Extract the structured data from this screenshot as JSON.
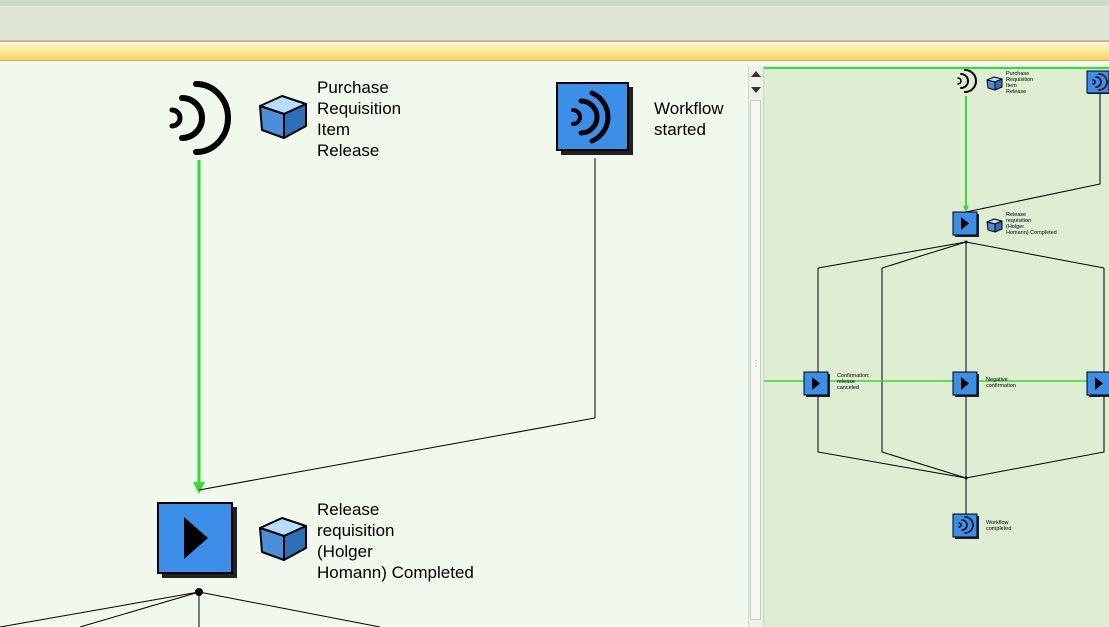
{
  "main": {
    "nodes": {
      "pr_release": {
        "label": "Purchase\nRequisition\nItem\nRelease",
        "icon": "event-signal-icon",
        "object_icon": "business-object-icon"
      },
      "workflow_started": {
        "label": "Workflow\nstarted",
        "icon": "event-signal-icon"
      },
      "release_completed": {
        "label": "Release\nrequisition\n(Holger\nHomann) Completed",
        "icon": "activity-play-icon",
        "object_icon": "business-object-icon"
      }
    }
  },
  "overview": {
    "pr_release": "Purchase\nRequisition\nItem\nRelease",
    "release_completed": "Release\nrequisition\n(Holger\nHomann) Completed",
    "confirmation_canceled": "Confirmation:\nrelease\ncanceled",
    "negative_confirmation": "Negative\nconfirmation",
    "workflow_completed": "Workflow\ncompleted"
  },
  "colors": {
    "active_path": "#33dd33",
    "node_blue": "#3b8fe8",
    "canvas": "#f1f8ec",
    "overview_bg": "#dfedd3",
    "notice_bar": "#fde48c"
  }
}
